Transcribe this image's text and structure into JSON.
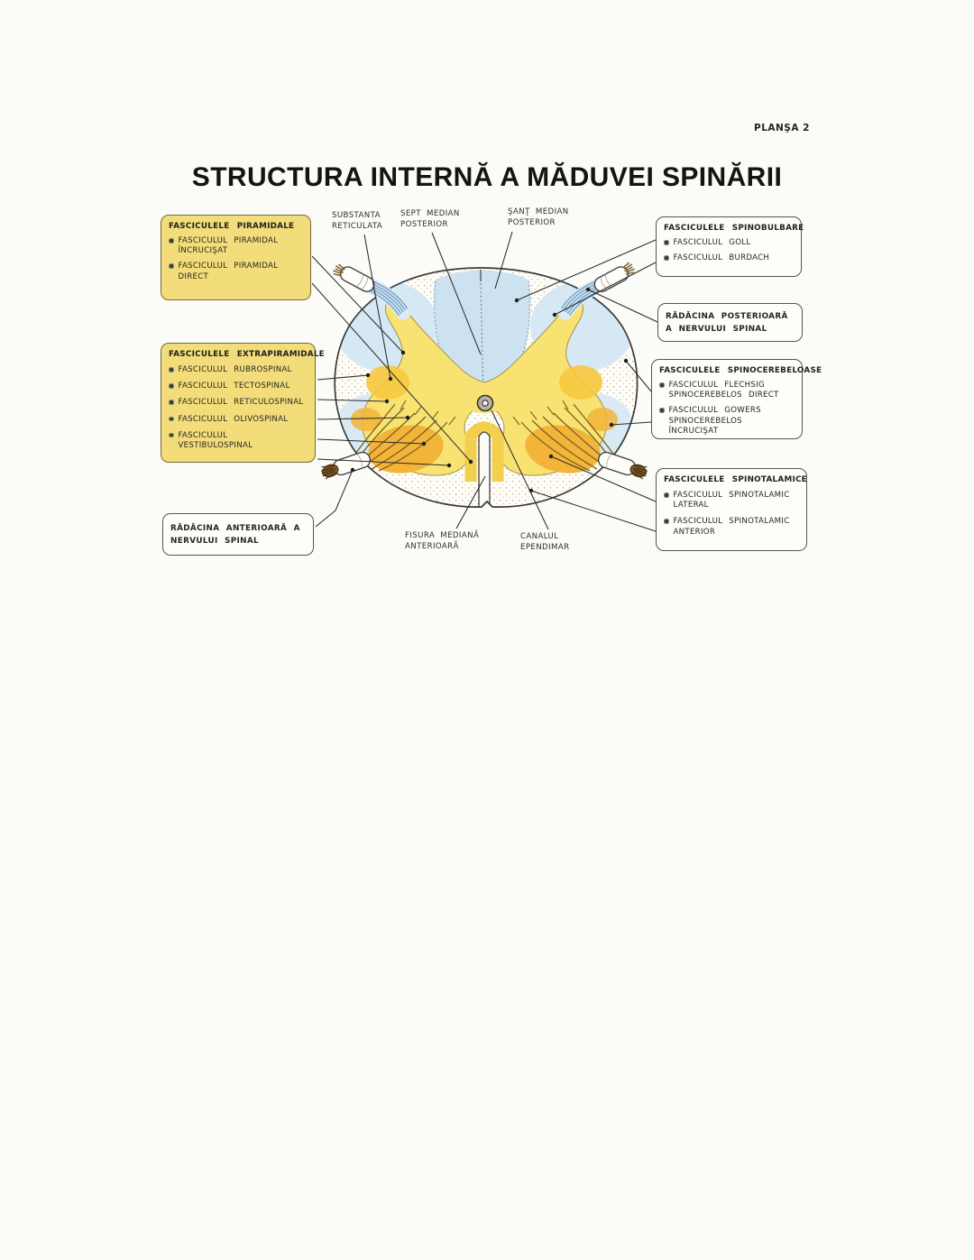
{
  "page": {
    "plate": "PLANŞA 2",
    "title": "STRUCTURA INTERNĂ A MĂDUVEI SPINĂRII"
  },
  "boxes": {
    "piramidale": {
      "header": "FASCICULELE PIRAMIDALE",
      "items": [
        "FASCICULUL PIRAMIDAL ÎNCRUCIŞAT",
        "FASCICULUL PIRAMIDAL DIRECT"
      ]
    },
    "extrapiramidale": {
      "header": "FASCICULELE EXTRAPIRAMIDALE",
      "items": [
        "FASCICULUL RUBROSPINAL",
        "FASCICULUL TECTOSPINAL",
        "FASCICULUL RETICULOSPINAL",
        "FASCICULUL OLIVOSPINAL",
        "FASCICULUL VESTIBULOSPINAL"
      ]
    },
    "radacina_anterioara": {
      "label": "RĂDĂCINA ANTERIOARĂ A NERVULUI SPINAL"
    },
    "spinobulbare": {
      "header": "FASCICULELE SPINOBULBARE",
      "items": [
        "FASCICULUL GOLL",
        "FASCICULUL BURDACH"
      ]
    },
    "radacina_posterioara": {
      "label": "RĂDĂCINA POSTERIOARĂ A NERVULUI SPINAL"
    },
    "spinocerebeloase": {
      "header": "FASCICULELE SPINOCEREBELOASE",
      "items": [
        "FASCICULUL FLECHSIG SPINOCEREBELOS DIRECT",
        "FASCICULUL GOWERS SPINOCEREBELOS ÎNCRUCIŞAT"
      ]
    },
    "spinotalamice": {
      "header": "FASCICULELE SPINOTALAMICE",
      "items": [
        "FASCICULUL SPINOTALAMIC LATERAL",
        "FASCICULUL SPINOTALAMIC ANTERIOR"
      ]
    }
  },
  "labels": {
    "substanta_reticulata": "SUBSTANTA RETICULATA",
    "sept_median": "SEPT MEDIAN POSTERIOR",
    "sant_median": "ŞANŢ MEDIAN POSTERIOR",
    "fisura_mediana": "FISURA MEDIANĂ ANTERIOARĂ",
    "canalul_ependimar": "CANALUL EPENDIMAR"
  },
  "colors": {
    "legend_box_yellow": "#f2dd7a",
    "gray_matter_yellow": "#f8e372",
    "gray_matter_orange": "#f3b43a",
    "white_matter_blue": "#cde2f0",
    "leader_line": "#2b2b2b",
    "outline": "#3a3a3a"
  }
}
